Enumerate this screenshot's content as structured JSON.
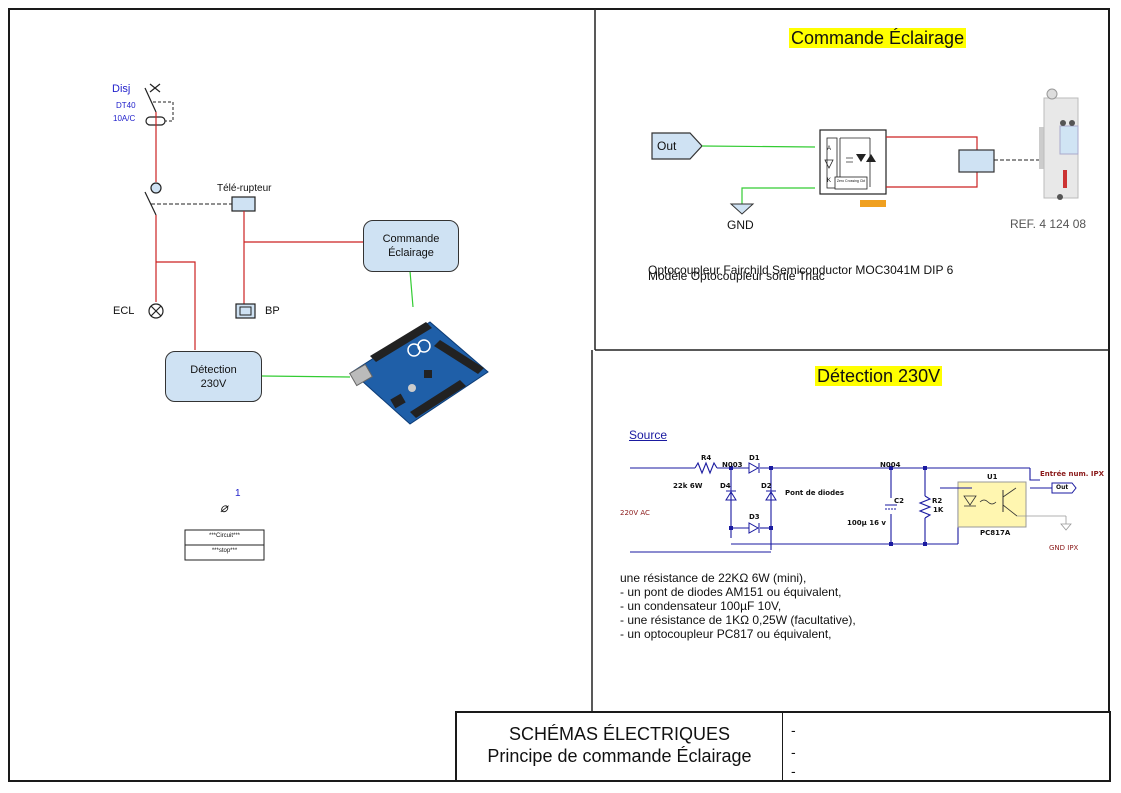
{
  "left_panel": {
    "breaker": {
      "label": "Disj",
      "model": "DT40",
      "rating": "10A/C"
    },
    "telerupteur_label": "Télé-rupteur",
    "lamp_label": "ECL",
    "button_label": "BP",
    "commande_box": "Commande Éclairage",
    "detection_box": "Détection 230V",
    "marker_number": "1",
    "marker_symbol": "⌀",
    "circuit_rows": [
      "***Circuit***",
      "***stop***"
    ]
  },
  "commande_panel": {
    "title": "Commande Éclairage",
    "out_label": "Out",
    "gnd_label": "GND",
    "opto_pins": [
      "A",
      "K"
    ],
    "opto_inner_label": "Zero Crossing Ckt",
    "reference": "REF. 4 124 08",
    "caption_line1": "Optocoupleur Fairchild Semiconductor MOC3041M DIP 6",
    "caption_line2": "Modèle Optocoupleur sortie Triac"
  },
  "detection_panel": {
    "title": "Détection 230V",
    "source_link": "Source",
    "ac_label": "220V AC",
    "r4": {
      "name": "R4",
      "value": "22k 6W"
    },
    "nodes": [
      "N003",
      "N004"
    ],
    "diodes": [
      "D1",
      "D2",
      "D3",
      "D4"
    ],
    "bridge_label": "Pont de diodes",
    "c2": {
      "name": "C2",
      "value": "100µ  16 v"
    },
    "r2": {
      "name": "R2",
      "value": "1K"
    },
    "u1": {
      "name": "U1",
      "part": "PC817A"
    },
    "out_tag": "Out",
    "input_label": "Entrée num. IPX",
    "gnd_label": "GND IPX",
    "parts_list": [
      "une résistance de 22KΩ 6W (mini),",
      "- un pont de diodes AM151 ou équivalent,",
      "- un condensateur 100µF 10V,",
      "- une résistance de 1KΩ 0,25W (facultative),",
      "- un optocoupleur PC817 ou équivalent,"
    ]
  },
  "title_block": {
    "title": "SCHÉMAS ÉLECTRIQUES",
    "subtitle": "Principe de commande Éclairage",
    "fields": [
      "-",
      "-",
      "-"
    ]
  },
  "colors": {
    "wire_red": "#cc2222",
    "wire_green": "#33cc33",
    "wire_blue": "#1a1aa0",
    "box_fill": "#cfe2f3",
    "highlight": "#ffff00",
    "opto_fill": "#fff6b0"
  }
}
